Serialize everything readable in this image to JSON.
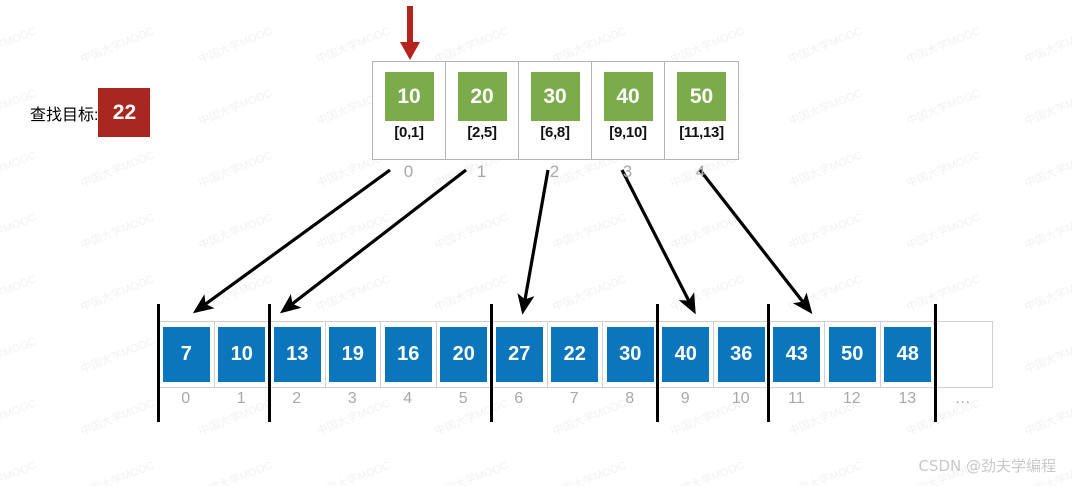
{
  "target": {
    "label": "查找目标:",
    "value": "22",
    "box_color": "#a82720"
  },
  "index_array": {
    "name": "index-block-array",
    "block_color": "#7cab4b",
    "cells": [
      {
        "value": "10",
        "range": "[0,1]",
        "idx": "0"
      },
      {
        "value": "20",
        "range": "[2,5]",
        "idx": "1"
      },
      {
        "value": "30",
        "range": "[6,8]",
        "idx": "2"
      },
      {
        "value": "40",
        "range": "[9,10]",
        "idx": "3"
      },
      {
        "value": "50",
        "range": "[11,13]",
        "idx": "4"
      }
    ]
  },
  "main_array": {
    "name": "data-array",
    "cell_color": "#0b76bc",
    "cells": [
      {
        "value": "7",
        "idx": "0"
      },
      {
        "value": "10",
        "idx": "1"
      },
      {
        "value": "13",
        "idx": "2"
      },
      {
        "value": "19",
        "idx": "3"
      },
      {
        "value": "16",
        "idx": "4"
      },
      {
        "value": "20",
        "idx": "5"
      },
      {
        "value": "27",
        "idx": "6"
      },
      {
        "value": "22",
        "idx": "7"
      },
      {
        "value": "30",
        "idx": "8"
      },
      {
        "value": "40",
        "idx": "9"
      },
      {
        "value": "36",
        "idx": "10"
      },
      {
        "value": "43",
        "idx": "11"
      },
      {
        "value": "50",
        "idx": "12"
      },
      {
        "value": "48",
        "idx": "13"
      },
      {
        "value": "",
        "idx": "…"
      }
    ],
    "segment_boundaries": [
      0,
      2,
      6,
      9,
      11,
      14
    ]
  },
  "pointers": {
    "target_pointer_color": "#b4231c",
    "target_pointer_points_to": "10",
    "block_links": [
      {
        "from_block": "0",
        "to_index": "0"
      },
      {
        "from_block": "1",
        "to_index": "2"
      },
      {
        "from_block": "2",
        "to_index": "6"
      },
      {
        "from_block": "3",
        "to_index": "9"
      },
      {
        "from_block": "4",
        "to_index": "11"
      }
    ]
  },
  "watermark": {
    "tile_text": "中国大学MOOC",
    "credit": "CSDN @劲夫学编程"
  }
}
